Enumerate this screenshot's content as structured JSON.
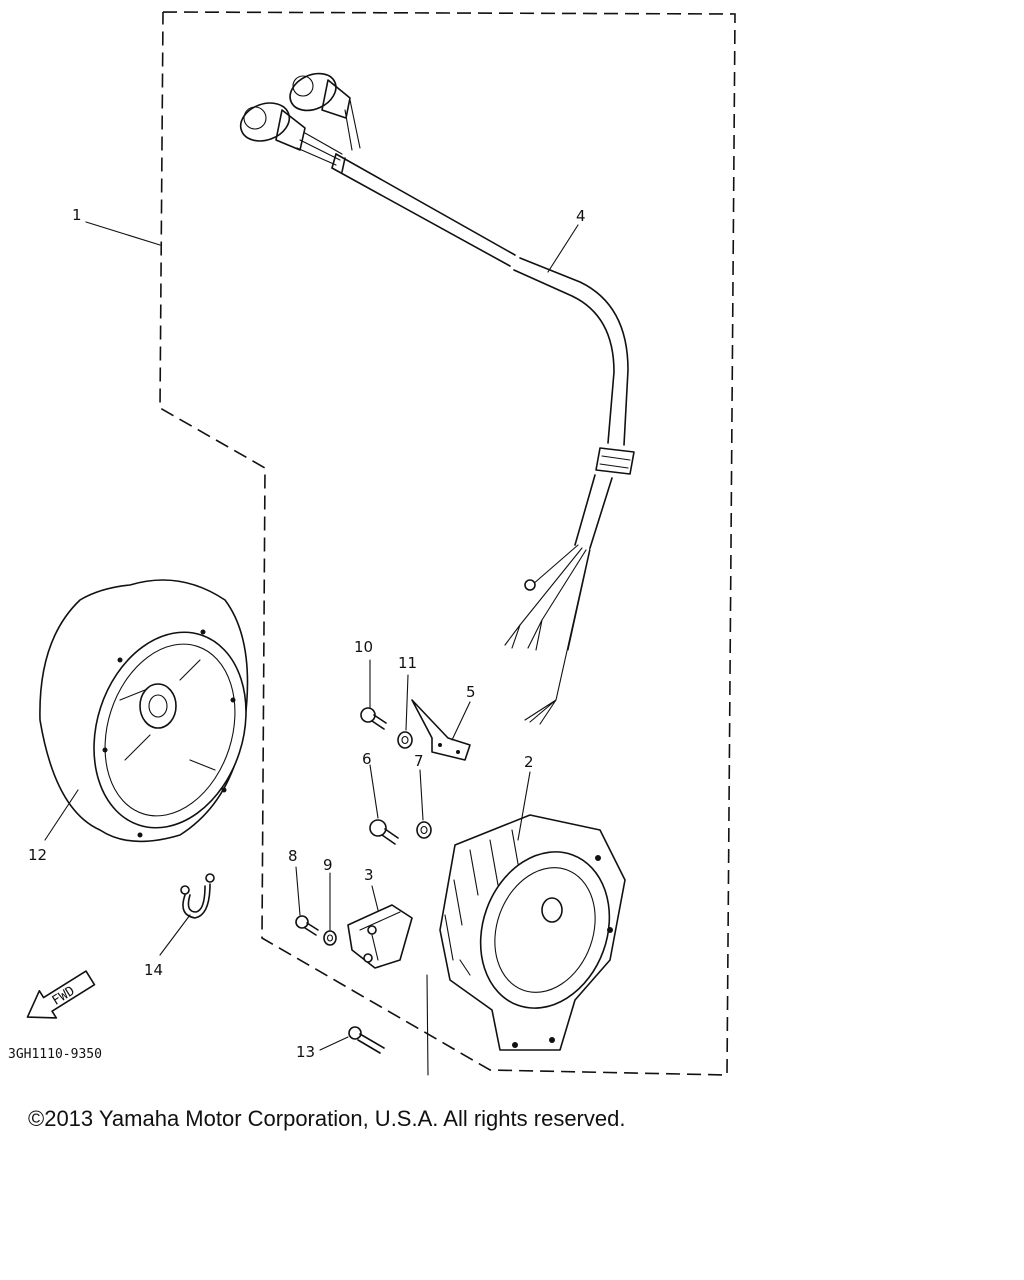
{
  "diagram": {
    "callouts": {
      "c1": "1",
      "c2": "2",
      "c3": "3",
      "c4": "4",
      "c5": "5",
      "c6": "6",
      "c7": "7",
      "c8": "8",
      "c9": "9",
      "c10": "10",
      "c11": "11",
      "c12": "12",
      "c13": "13",
      "c14": "14"
    },
    "fwd_label": "FWD",
    "part_number": "3GH1110-9350"
  },
  "footer": {
    "copyright": "©2013 Yamaha Motor Corporation, U.S.A. All rights reserved."
  }
}
